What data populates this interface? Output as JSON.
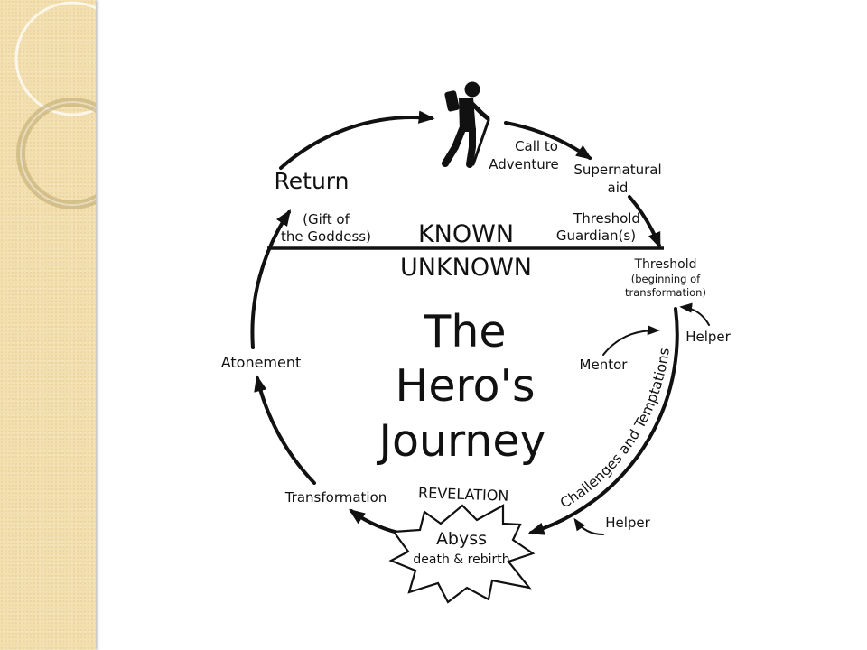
{
  "diagram": {
    "title_line1": "The",
    "title_line2": "Hero's",
    "title_line3": "Journey",
    "known": "KNOWN",
    "unknown": "UNKNOWN",
    "return": "Return",
    "gift_line1": "(Gift of",
    "gift_line2": "the Goddess)",
    "call_line1": "Call to",
    "call_line2": "Adventure",
    "supernatural_line1": "Supernatural",
    "supernatural_line2": "aid",
    "guardian_line1": "Threshold",
    "guardian_line2": "Guardian(s)",
    "threshold": "Threshold",
    "threshold_sub1": "(beginning of",
    "threshold_sub2": "transformation)",
    "helper_top": "Helper",
    "mentor": "Mentor",
    "challenges": "Challenges and Temptations",
    "helper_bottom": "Helper",
    "revelation": "REVELATION",
    "abyss": "Abyss",
    "abyss_sub": "death & rebirth",
    "transformation": "Transformation",
    "atonement": "Atonement"
  },
  "icons": {
    "hiker": "hiker-icon"
  },
  "colors": {
    "panel": "#f3dfad",
    "ink": "#111111"
  }
}
